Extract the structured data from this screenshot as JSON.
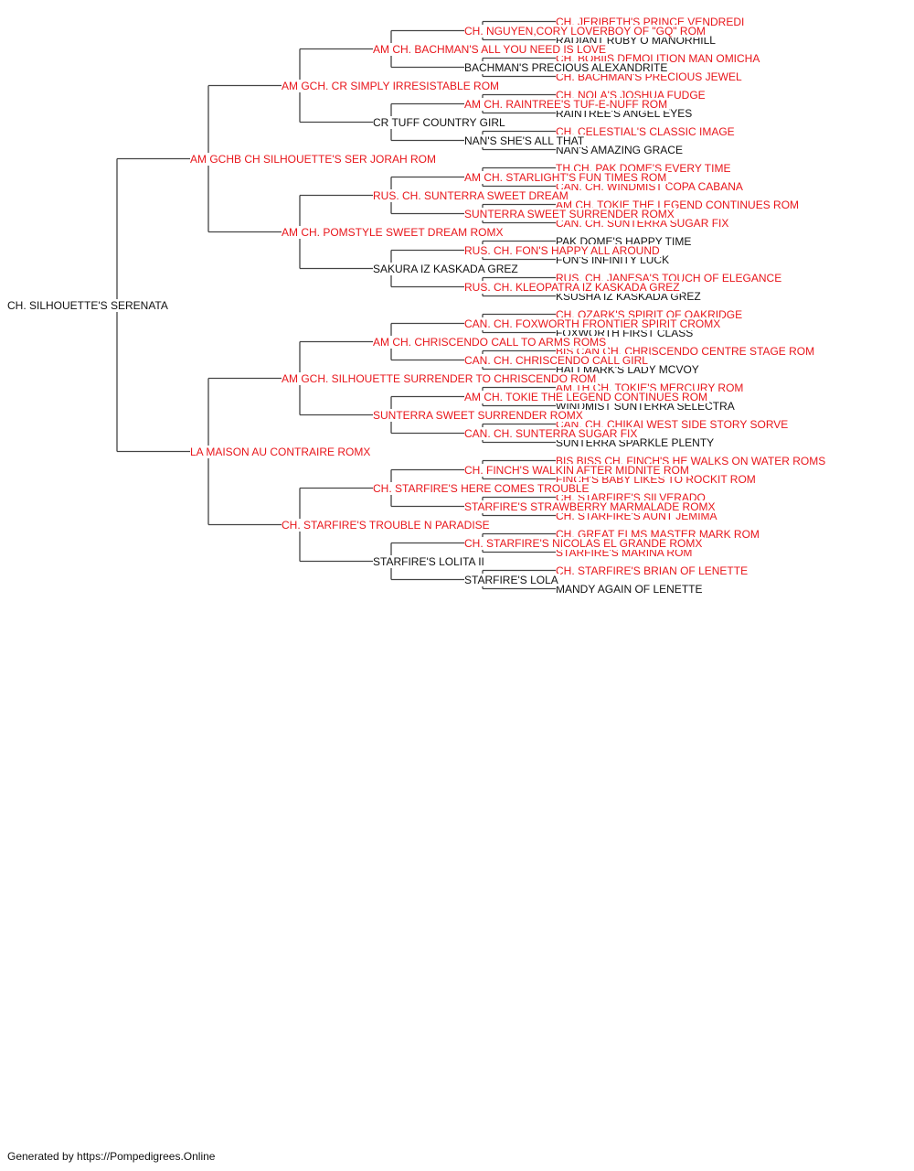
{
  "colors": {
    "champion": "#e8161b",
    "plain": "#111111",
    "line": "#444444"
  },
  "pedigree": {
    "name": "CH. SILHOUETTE'S SERENATA",
    "ch": false,
    "sire": {
      "name": "AM GCHB CH SILHOUETTE'S SER JORAH ROM",
      "ch": true,
      "sire": {
        "name": "AM GCH. CR SIMPLY IRRESISTABLE ROM",
        "ch": true,
        "sire": {
          "name": "AM CH. BACHMAN'S ALL YOU NEED IS LOVE",
          "ch": true,
          "sire": {
            "name": "CH. NGUYEN,CORY LOVERBOY OF \"GQ\" ROM",
            "ch": true,
            "sire": {
              "name": "CH. JERIBETH'S PRINCE VENDREDI",
              "ch": true
            },
            "dam": {
              "name": "RADIANT RUBY O MANORHILL",
              "ch": false
            }
          },
          "dam": {
            "name": "BACHMAN'S PRECIOUS ALEXANDRITE",
            "ch": false,
            "sire": {
              "name": "CH. BOBIIS DEMOLITION MAN OMICHA",
              "ch": true
            },
            "dam": {
              "name": "CH. BACHMAN'S PRECIOUS JEWEL",
              "ch": true
            }
          }
        },
        "dam": {
          "name": "CR TUFF COUNTRY GIRL",
          "ch": false,
          "sire": {
            "name": "AM CH. RAINTREE'S TUF-E-NUFF ROM",
            "ch": true,
            "sire": {
              "name": "CH. NOLA'S JOSHUA FUDGE",
              "ch": true
            },
            "dam": {
              "name": "RAINTREE'S ANGEL EYES",
              "ch": false
            }
          },
          "dam": {
            "name": "NAN'S SHE'S ALL THAT",
            "ch": false,
            "sire": {
              "name": "CH. CELESTIAL'S CLASSIC IMAGE",
              "ch": true
            },
            "dam": {
              "name": "NAN'S AMAZING GRACE",
              "ch": false
            }
          }
        }
      },
      "dam": {
        "name": "AM CH. POMSTYLE SWEET DREAM ROMX",
        "ch": true,
        "sire": {
          "name": "RUS. CH. SUNTERRA SWEET DREAM",
          "ch": true,
          "sire": {
            "name": "AM CH. STARLIGHT'S FUN TIMES ROM",
            "ch": true,
            "sire": {
              "name": "TH.CH. PAK DOME'S EVERY TIME",
              "ch": true
            },
            "dam": {
              "name": "CAN. CH. WINDMIST COPA CABANA",
              "ch": true
            }
          },
          "dam": {
            "name": "SUNTERRA SWEET SURRENDER ROMX",
            "ch": true,
            "sire": {
              "name": "AM CH. TOKIE THE LEGEND CONTINUES ROM",
              "ch": true
            },
            "dam": {
              "name": "CAN. CH. SUNTERRA SUGAR FIX",
              "ch": true
            }
          }
        },
        "dam": {
          "name": "SAKURA IZ KASKADA GREZ",
          "ch": false,
          "sire": {
            "name": "RUS. CH. FON'S HAPPY ALL AROUND",
            "ch": true,
            "sire": {
              "name": "PAK DOME'S HAPPY TIME",
              "ch": false
            },
            "dam": {
              "name": "FON'S INFINITY LUCK",
              "ch": false
            }
          },
          "dam": {
            "name": "RUS. CH. KLEOPATRA IZ KASKADA GREZ",
            "ch": true,
            "sire": {
              "name": "RUS. CH. JANESA'S TOUCH OF ELEGANCE",
              "ch": true
            },
            "dam": {
              "name": "KSUSHA IZ KASKADA GREZ",
              "ch": false
            }
          }
        }
      }
    },
    "dam": {
      "name": "LA MAISON AU CONTRAIRE ROMX",
      "ch": true,
      "sire": {
        "name": "AM GCH. SILHOUETTE SURRENDER TO CHRISCENDO ROM",
        "ch": true,
        "sire": {
          "name": "AM CH. CHRISCENDO CALL TO ARMS ROMS",
          "ch": true,
          "sire": {
            "name": "CAN. CH. FOXWORTH FRONTIER SPIRIT CROMX",
            "ch": true,
            "sire": {
              "name": "CH. OZARK'S SPIRIT OF OAKRIDGE",
              "ch": true
            },
            "dam": {
              "name": "FOXWORTH FIRST CLASS",
              "ch": false
            }
          },
          "dam": {
            "name": "CAN. CH. CHRISCENDO CALL GIRL",
            "ch": true,
            "sire": {
              "name": "BIS CAN CH. CHRISCENDO CENTRE STAGE ROM",
              "ch": true
            },
            "dam": {
              "name": "HALLMARK'S LADY MCVOY",
              "ch": false
            }
          }
        },
        "dam": {
          "name": "SUNTERRA SWEET SURRENDER ROMX",
          "ch": true,
          "sire": {
            "name": "AM CH. TOKIE THE LEGEND CONTINUES ROM",
            "ch": true,
            "sire": {
              "name": "AM.TH.CH. TOKIE'S MERCURY ROM",
              "ch": true
            },
            "dam": {
              "name": "WINDMIST SUNTERRA SELECTRA",
              "ch": false
            }
          },
          "dam": {
            "name": "CAN. CH. SUNTERRA SUGAR FIX",
            "ch": true,
            "sire": {
              "name": "CAN. CH. CHIKAI WEST SIDE STORY SORVE",
              "ch": true
            },
            "dam": {
              "name": "SUNTERRA SPARKLE PLENTY",
              "ch": false
            }
          }
        }
      },
      "dam": {
        "name": "CH. STARFIRE'S TROUBLE N PARADISE",
        "ch": true,
        "sire": {
          "name": "CH. STARFIRE'S HERE COMES TROUBLE",
          "ch": true,
          "sire": {
            "name": "CH. FINCH'S WALKIN AFTER MIDNITE ROM",
            "ch": true,
            "sire": {
              "name": "BIS BISS CH. FINCH'S HE WALKS ON WATER ROMS",
              "ch": true
            },
            "dam": {
              "name": "FINCH'S BABY LIKES TO ROCKIT ROM",
              "ch": true
            }
          },
          "dam": {
            "name": "STARFIRE'S STRAWBERRY MARMALADE ROMX",
            "ch": true,
            "sire": {
              "name": "CH. STARFIRE'S SILVERADO",
              "ch": true
            },
            "dam": {
              "name": "CH. STARFIRE'S AUNT JEMIMA",
              "ch": true
            }
          }
        },
        "dam": {
          "name": "STARFIRE'S LOLITA II",
          "ch": false,
          "sire": {
            "name": "CH. STARFIRE'S NICOLAS EL GRANDE ROMX",
            "ch": true,
            "sire": {
              "name": "CH. GREAT ELMS MASTER MARK ROM",
              "ch": true
            },
            "dam": {
              "name": "STARFIRE'S MARINA ROM",
              "ch": true
            }
          },
          "dam": {
            "name": "STARFIRE'S LOLA",
            "ch": false,
            "sire": {
              "name": "CH. STARFIRE'S BRIAN OF LENETTE",
              "ch": true
            },
            "dam": {
              "name": "MANDY AGAIN OF LENETTE",
              "ch": false
            }
          }
        }
      }
    }
  },
  "footer": {
    "text": "Generated by https://Pompedigrees.Online"
  }
}
